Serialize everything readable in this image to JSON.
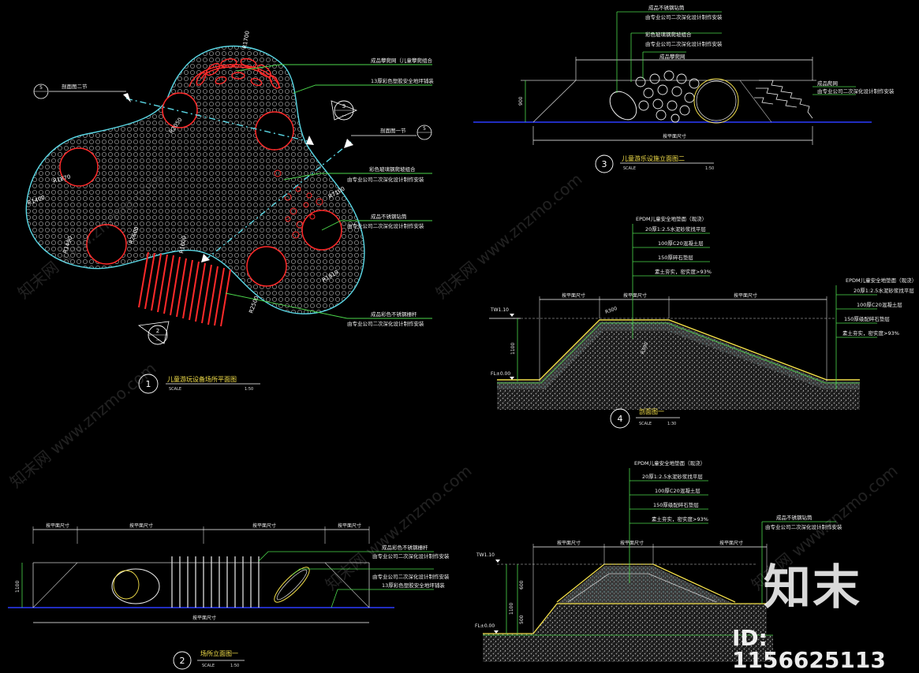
{
  "drawings": {
    "plan1": {
      "num": "1",
      "title": "儿童游玩设备场所平面图",
      "scale_label": "SCALE",
      "scale": "1:50",
      "radii": [
        "R1700",
        "R2050",
        "R1870",
        "R1400",
        "R1490",
        "R2600",
        "R1600",
        "R7100",
        "R1819",
        "R2500"
      ],
      "section_marks": [
        {
          "num": "5",
          "text": "剖面图二节"
        },
        {
          "num": "5",
          "text": "剖面图一节"
        }
      ],
      "elev_marks": [
        "3",
        "2"
      ],
      "notes": [
        "成品攀爬网（儿童攀爬组合",
        "13厚彩色塑胶安全地坪铺装",
        "彩色玻璃钢爬坡组合",
        "由专业公司二次深化设计制作安装",
        "成品不锈钢钻筒",
        "由专业公司二次深化设计制作安装",
        "成品彩色不锈钢栅杆",
        "由专业公司二次深化设计制作安装"
      ]
    },
    "elev3": {
      "num": "3",
      "title": "儿童游乐设施立面图二",
      "scale_label": "SCALE",
      "scale": "1:50",
      "height": "900",
      "notes": [
        "成品不锈钢钻筒",
        "由专业公司二次深化设计制作安装",
        "彩色玻璃钢爬坡组合",
        "由专业公司二次深化设计制作安装",
        "成品攀爬网",
        "由专业公司二次深化设计制作安装",
        "成品爬网",
        "由专业公司二次深化设计制作安装"
      ],
      "dim_bottom": "按平面尺寸"
    },
    "section4": {
      "num": "4",
      "title": "剖面图一",
      "scale_label": "SCALE",
      "scale": "1:30",
      "layers_left": [
        "EPDM儿童安全地垫面（现浇）",
        "20厚1:2.5水泥砂浆找平层",
        "100厚C20混凝土层",
        "150厚碎石垫层",
        "素土夯实，密实度>93%"
      ],
      "layers_right": [
        "EPDM儿童安全地垫面（现浇）",
        "20厚1:2.5水泥砂浆找平层",
        "100厚C20混凝土层",
        "150厚级配碎石垫层",
        "素土夯实，密实度>93%"
      ],
      "tw": "TW1.10",
      "fl": "FL±0.00",
      "height": "1100",
      "radius": "R300",
      "radius2": "R300",
      "dims": [
        "按平面尺寸",
        "按平面尺寸",
        "按平面尺寸"
      ]
    },
    "section5": {
      "layers": [
        "EPDM儿童安全地垫面（现浇）",
        "20厚1:2.5水泥砂浆找平层",
        "100厚C20混凝土层",
        "150厚级配碎石垫层",
        "素土夯实，密实度>93%"
      ],
      "notes": [
        "成品不锈钢钻筒",
        "由专业公司二次深化设计制作安装"
      ],
      "tw": "TW1.10",
      "fl": "FL±0.00",
      "heights": [
        "600",
        "1100",
        "500"
      ],
      "dims": [
        "按平面尺寸",
        "按平面尺寸",
        "按平面尺寸"
      ]
    },
    "elev2": {
      "num": "2",
      "title": "场所立面图一",
      "scale_label": "SCALE",
      "scale": "1:50",
      "height": "1100",
      "dims_top": [
        "按平面尺寸",
        "按平面尺寸",
        "按平面尺寸",
        "按平面尺寸"
      ],
      "dim_bottom": "按平面尺寸",
      "notes": [
        "成品彩色不锈钢栅杆",
        "由专业公司二次深化设计制作安装",
        "由专业公司二次深化设计制作安装",
        "13厚彩色塑胶安全地坪铺装"
      ]
    }
  },
  "watermark": {
    "repeat": "知末网 www.znzmo.com",
    "brand": "知末",
    "id": "ID: 1156625113"
  },
  "colors": {
    "background": "#000000",
    "outline": "#5ad8e6",
    "leader": "#4cd94c",
    "tube": "#ff2a2a",
    "dim": "#ffffff",
    "yellow": "#f4e04a",
    "ground": "#2c3cff"
  }
}
